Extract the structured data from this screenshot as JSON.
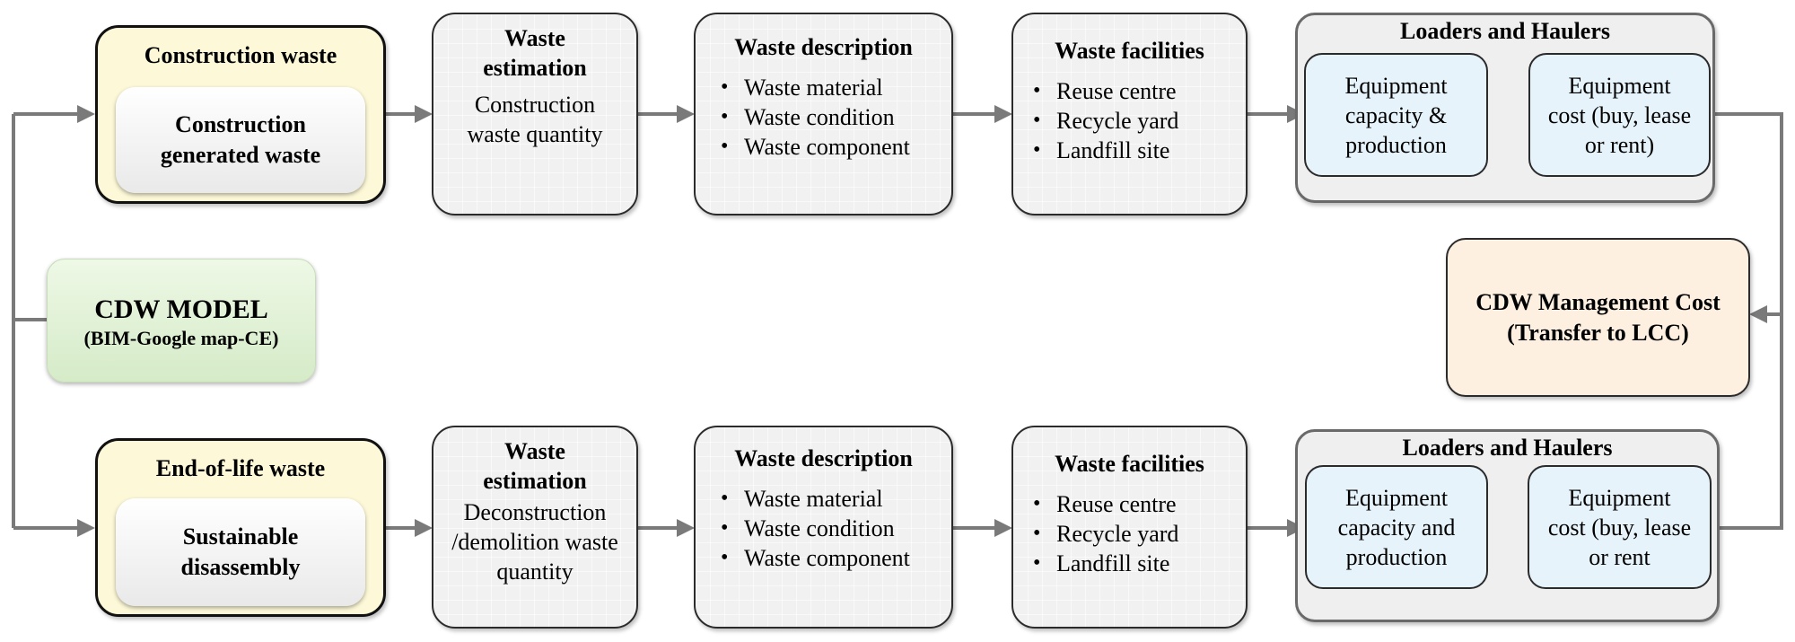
{
  "model": {
    "title": "CDW MODEL",
    "subtitle": "(BIM-Google map-CE)"
  },
  "top_row": {
    "source": {
      "title": "Construction waste",
      "inner": "Construction generated  waste"
    },
    "estimation": {
      "title": "Waste estimation",
      "text": "Construction waste quantity"
    },
    "description": {
      "title": "Waste description",
      "items": [
        "Waste material",
        "Waste condition",
        "Waste component"
      ]
    },
    "facilities": {
      "title": "Waste facilities",
      "items": [
        "Reuse centre",
        "Recycle yard",
        "Landfill site"
      ]
    },
    "loaders": {
      "title": "Loaders and Haulers",
      "capacity": "Equipment capacity & production",
      "cost": "Equipment cost (buy, lease or rent)"
    }
  },
  "bottom_row": {
    "source": {
      "title": "End-of-life waste",
      "inner": "Sustainable disassembly"
    },
    "estimation": {
      "title": "Waste estimation",
      "text": "Deconstruction /demolition waste quantity"
    },
    "description": {
      "title": "Waste description",
      "items": [
        "Waste material",
        "Waste condition",
        "Waste component"
      ]
    },
    "facilities": {
      "title": "Waste facilities",
      "items": [
        "Reuse centre",
        "Recycle yard",
        "Landfill site"
      ]
    },
    "loaders": {
      "title": "Loaders and Haulers",
      "capacity": "Equipment capacity and production",
      "cost": "Equipment cost (buy, lease or rent"
    }
  },
  "management_cost": {
    "line1": "CDW Management Cost",
    "line2": "(Transfer to LCC)"
  },
  "colors": {
    "connector": "#7a7a7a",
    "source_fill": "#fdf9d8",
    "equipment_fill": "#e6f3fb",
    "model_fill": "#d5ebc8",
    "cost_fill": "#fdf0e1"
  }
}
